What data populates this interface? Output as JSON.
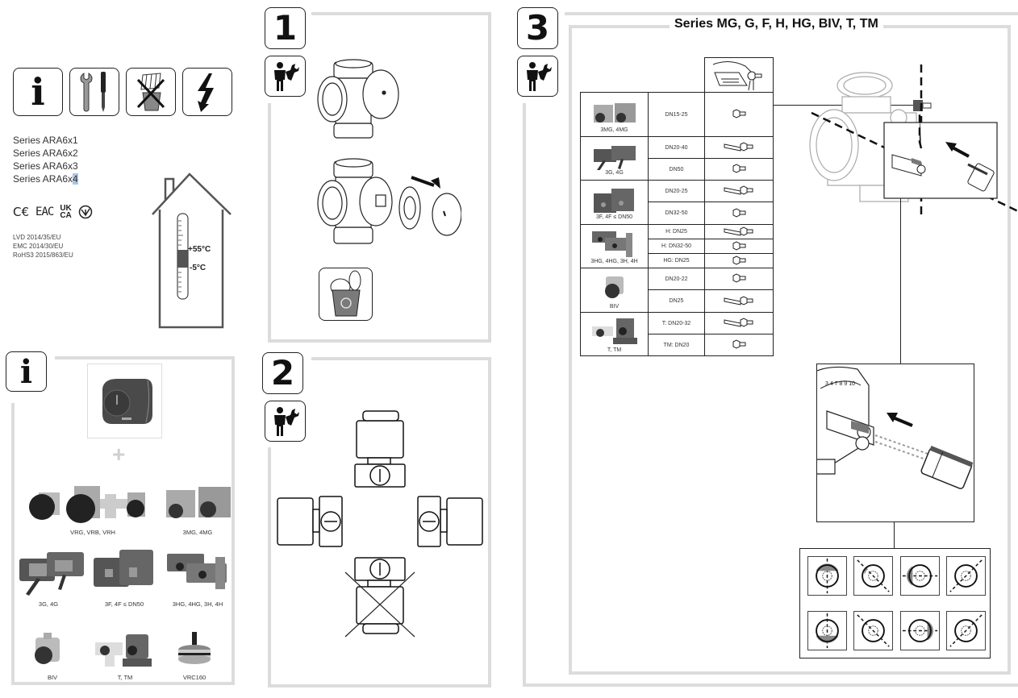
{
  "left_panel": {
    "symbol_icons": [
      {
        "name": "info-icon",
        "glyph": "i"
      },
      {
        "name": "tools-icon",
        "glyph": "wrench+screwdriver"
      },
      {
        "name": "no-waste-bin-icon",
        "glyph": "crossed-bin"
      },
      {
        "name": "high-voltage-icon",
        "glyph": "lightning"
      }
    ],
    "series": [
      "Series ARA6x1",
      "Series ARA6x2",
      "Series ARA6x3",
      "Series ARA6x"
    ],
    "series_last_highlight": "4",
    "certifications": [
      "CE",
      "EAC",
      "UK CA",
      "ÜkrSEPRO"
    ],
    "cert_labels": {
      "ce": "C€",
      "eac": "EAC",
      "ukca_top": "UK",
      "ukca_bottom": "CA"
    },
    "directives": [
      "LVD 2014/35/EU",
      "EMC 2014/30/EU",
      "RoHS3 2015/863/EU"
    ],
    "thermometer": {
      "max_label": "+55°C",
      "min_label": "-5°C"
    }
  },
  "info_panel": {
    "icon": "i",
    "plus": "+",
    "products": [
      {
        "label": "VRG, VRB, VRH"
      },
      {
        "label": "3MG, 4MG"
      },
      {
        "label": "3G, 4G"
      },
      {
        "label": "3F, 4F ≤ DN50"
      },
      {
        "label": "3HG, 4HG, 3H, 4H"
      },
      {
        "label": "BIV"
      },
      {
        "label": "T, TM"
      },
      {
        "label": "VRC160"
      }
    ]
  },
  "step1": {
    "number": "1"
  },
  "step2": {
    "number": "2"
  },
  "step3": {
    "number": "3",
    "title": "Series MG, G, F, H, HG, BIV, T, TM",
    "table": [
      {
        "group": "3MG, 4MG",
        "rows": [
          {
            "dn": "DN15-25",
            "adapter": "short"
          }
        ]
      },
      {
        "group": "3G, 4G",
        "rows": [
          {
            "dn": "DN20-40",
            "adapter": "long"
          },
          {
            "dn": "DN50",
            "adapter": "short"
          }
        ]
      },
      {
        "group": "3F, 4F ≤ DN50",
        "rows": [
          {
            "dn": "DN20-25",
            "adapter": "long"
          },
          {
            "dn": "DN32-50",
            "adapter": "short"
          }
        ]
      },
      {
        "group": "3HG, 4HG, 3H, 4H",
        "rows": [
          {
            "dn": "H: DN25",
            "adapter": "long"
          },
          {
            "dn": "H: DN32-50",
            "adapter": "short"
          },
          {
            "dn": "HG: DN25",
            "adapter": "short"
          }
        ]
      },
      {
        "group": "BIV",
        "rows": [
          {
            "dn": "DN20-22",
            "adapter": "short"
          },
          {
            "dn": "DN25",
            "adapter": "long"
          }
        ]
      },
      {
        "group": "T, TM",
        "rows": [
          {
            "dn": "T: DN20-32",
            "adapter": "long"
          },
          {
            "dn": "TM: DN20",
            "adapter": "short"
          }
        ]
      }
    ]
  },
  "colors": {
    "frame": "#dcdcdc",
    "ink": "#111111",
    "shade": "#777777"
  }
}
